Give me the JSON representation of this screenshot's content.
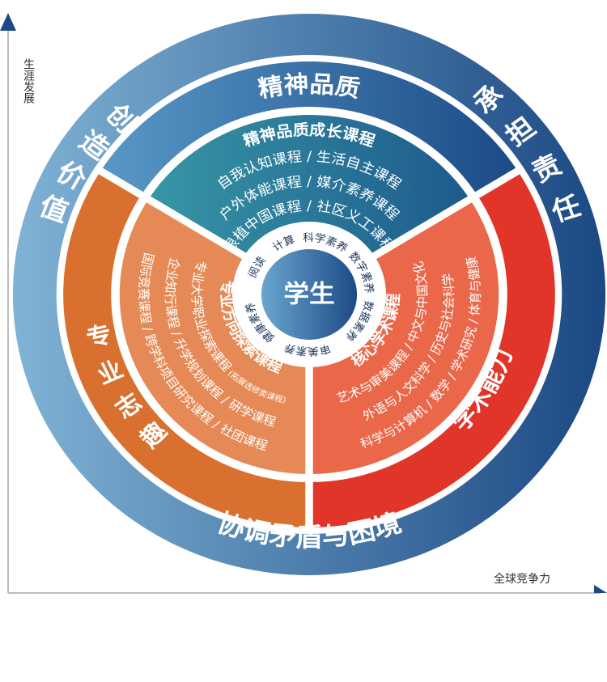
{
  "axes": {
    "y_label": "生涯发展",
    "x_label": "全球竞争力"
  },
  "outer_ring": {
    "left": "创造价值",
    "right": "承担责任",
    "bottom": "协调矛盾与困境"
  },
  "middle_ring": {
    "top": "精神品质",
    "left": "专业志趣",
    "right": "学术能力"
  },
  "sector_top": {
    "title": "精神品质成长课程",
    "lines": [
      "自我认知课程 / 生活自主课程",
      "户外体能课程 / 媒介素养课程",
      "根植中国课程 / 社区义工课程"
    ]
  },
  "sector_left": {
    "title": "专业方向探索课程",
    "line1": "专业大学职业探索课程",
    "line1_note": "(拓展选修类课程)",
    "line2": "企业知行课程 / 升学规划课程 / 研学课程",
    "line3": "国际竞赛课程 / 跨学科项目研究课程 / 社团课程"
  },
  "sector_right": {
    "title": "核心学术课程",
    "lines": [
      "艺术与审美课程 / 中文与中国文化",
      "外语与人文科学 / 历史与社会科学",
      "科学与计算机 / 数学 / 学术研究 / 体育与健康"
    ]
  },
  "literacy_ring": [
    "阅读",
    "计算",
    "科学素养",
    "数字素养",
    "数据素养",
    "审美素养",
    "健康素养"
  ],
  "center": "学生",
  "colors": {
    "navy": "#1d4a86",
    "light_blue": "#7db0d3",
    "teal": "#2e8c9c",
    "orange": "#d9702f",
    "orange_light": "#e58a56",
    "red": "#e1352a",
    "red_light": "#ea6749"
  }
}
